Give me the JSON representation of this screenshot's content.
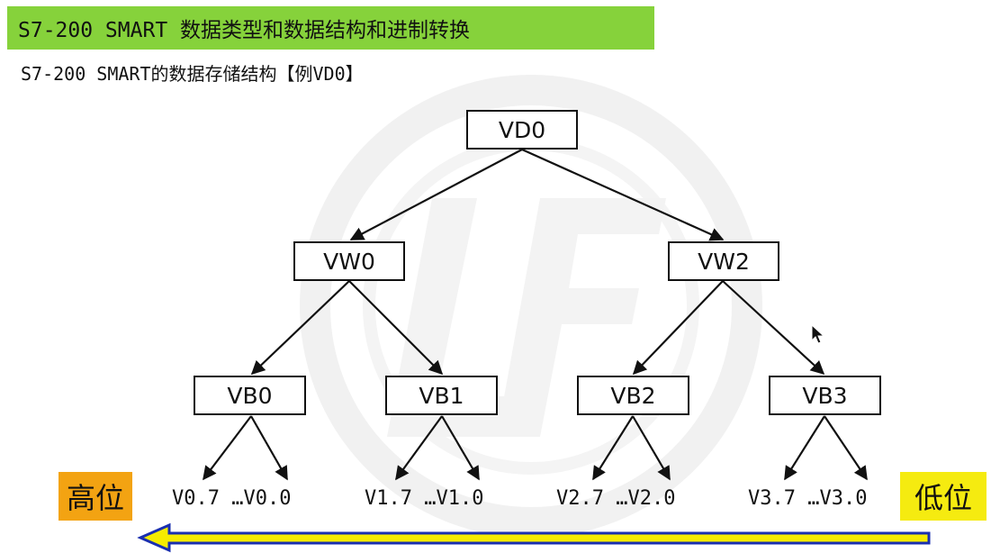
{
  "title": "S7-200 SMART 数据类型和数据结构和进制转换",
  "subtitle": "S7-200 SMART的数据存储结构【例VD0】",
  "tree": {
    "root": "VD0",
    "words": [
      "VW0",
      "VW2"
    ],
    "bytes": [
      "VB0",
      "VB1",
      "VB2",
      "VB3"
    ],
    "bits": [
      "V0.7 …V0.0",
      "V1.7 …V1.0",
      "V2.7 …V2.0",
      "V3.7 …V3.0"
    ]
  },
  "labels": {
    "high": "高位",
    "low": "低位"
  },
  "colors": {
    "title_bar": "#86d23b",
    "high_label_bg": "#f3a312",
    "low_label_bg": "#f5eb10",
    "arrow_fill": "#f5ec00",
    "arrow_stroke": "#1a2fb0"
  },
  "icons": {
    "watermark": "lf-logo-watermark",
    "cursor": "mouse-pointer-icon"
  }
}
